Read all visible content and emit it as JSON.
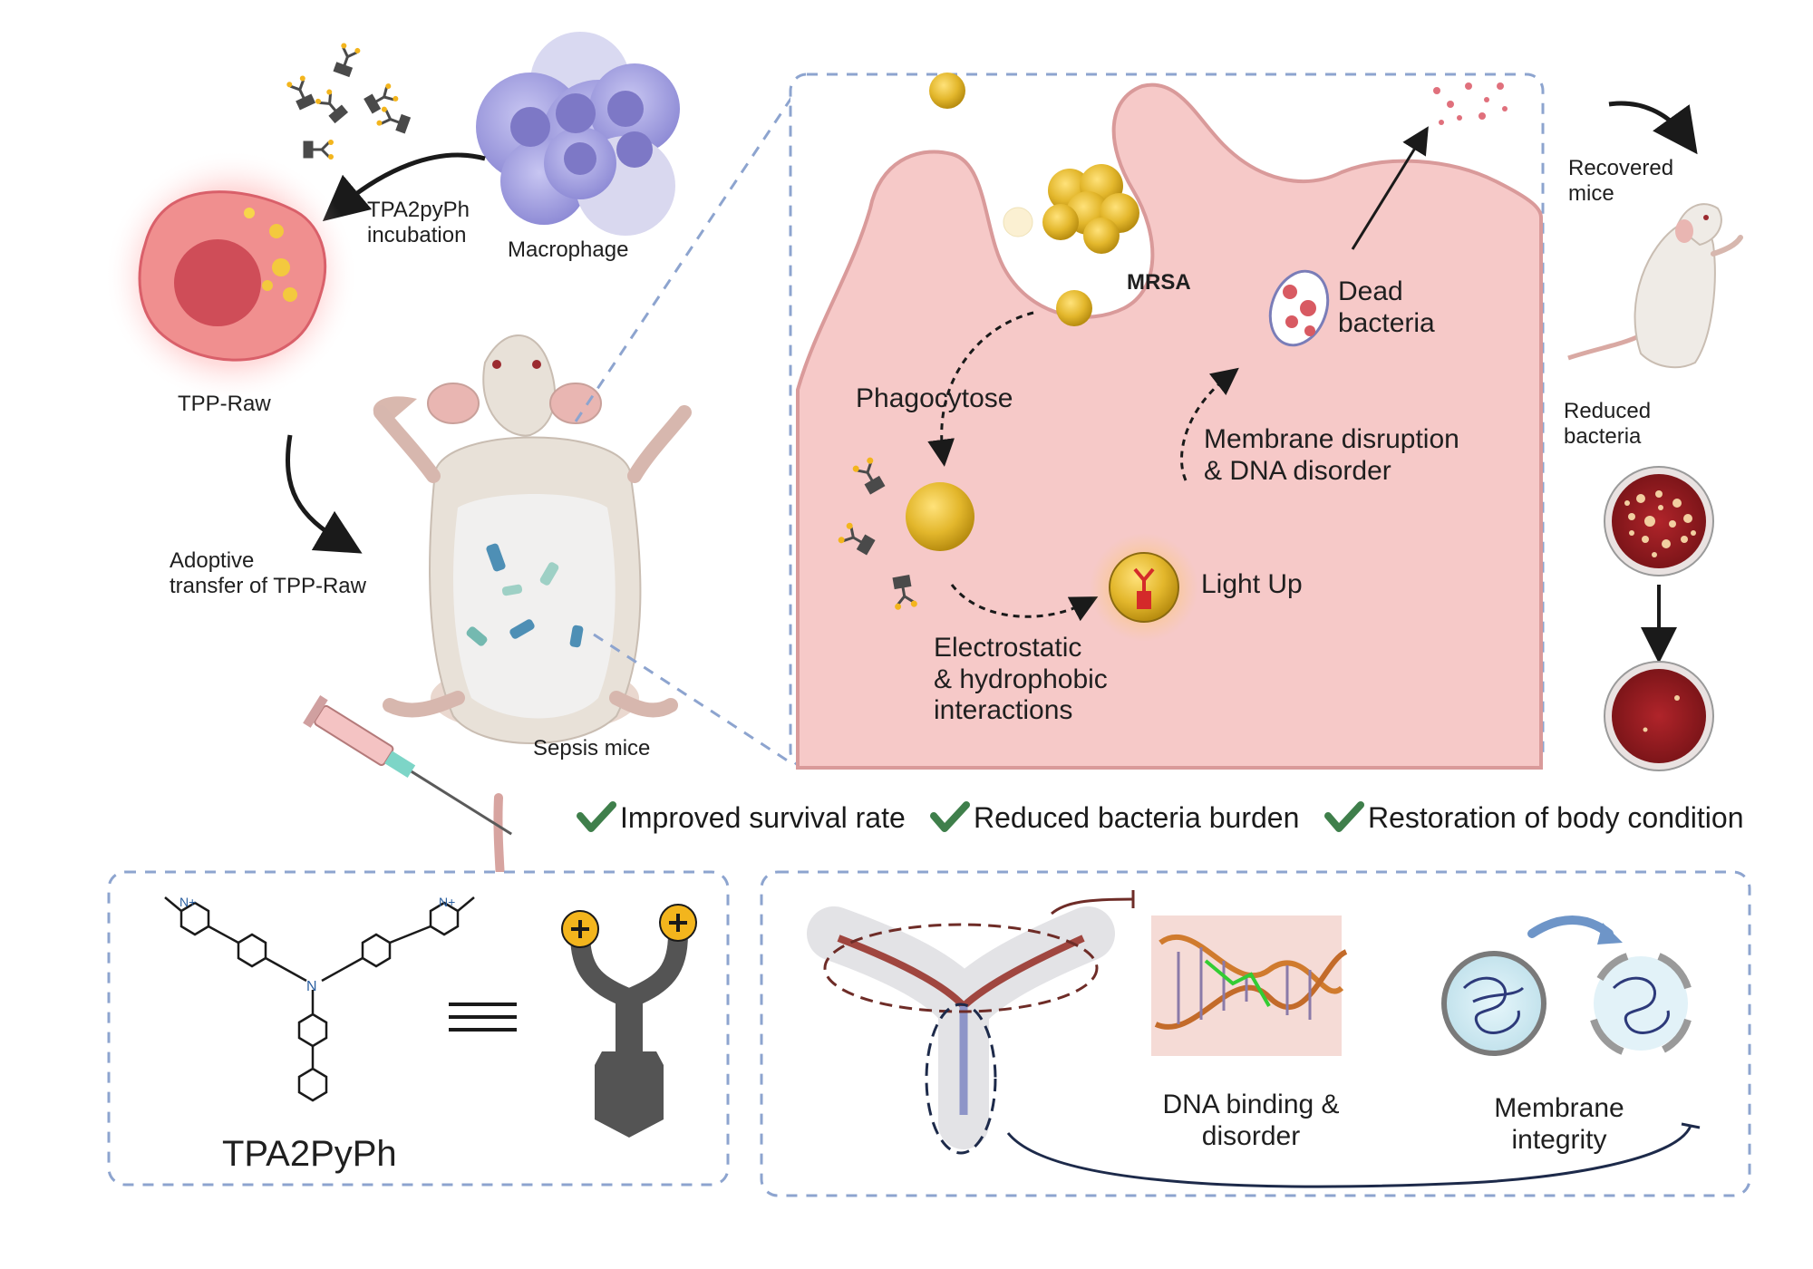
{
  "labels": {
    "tpa2pyph_incubation": [
      "TPA2pyPh",
      "incubation"
    ],
    "macrophage": "Macrophage",
    "tpp_raw": "TPP-Raw",
    "adoptive_transfer": [
      "Adoptive",
      "transfer of TPP-Raw"
    ],
    "sepsis_mice": "Sepsis mice",
    "mrsa": "MRSA",
    "phagocytose": "Phagocytose",
    "dead_bacteria": [
      "Dead",
      "bacteria"
    ],
    "membrane_disruption": [
      "Membrane disruption",
      "& DNA disorder"
    ],
    "light_up": "Light Up",
    "electrostatic": [
      "Electrostatic",
      "& hydrophobic",
      "interactions"
    ],
    "recovered_mice": [
      "Recovered",
      "mice"
    ],
    "reduced_bacteria": [
      "Reduced",
      "bacteria"
    ],
    "molecule_name": "TPA2PyPh",
    "dna_binding": [
      "DNA binding &",
      "disorder"
    ],
    "membrane_integrity": [
      "Membrane",
      "integrity"
    ]
  },
  "benefits": [
    "Improved survival rate",
    "Reduced bacteria burden",
    "Restoration of body condition"
  ],
  "colors": {
    "cell_pink": "#f6c9c8",
    "cell_border": "#d99a9a",
    "dashed_box": "#8da4cf",
    "bacteria_gold": "#e0b628",
    "check_green": "#3f7f4b",
    "probe_gray": "#4a4a4a",
    "plus_yellow": "#f3b51d",
    "molecule_red": "#a0463f",
    "molecule_blue": "#8e95c8",
    "agar_red": "#9e2327"
  },
  "icons": [
    "macrophage-cluster-icon",
    "tpp-raw-cell-icon",
    "mouse-icon",
    "syringe-icon",
    "probe-icon",
    "petri-dish-icon",
    "dna-helix-icon",
    "bacteria-membrane-icon",
    "check-icon"
  ]
}
